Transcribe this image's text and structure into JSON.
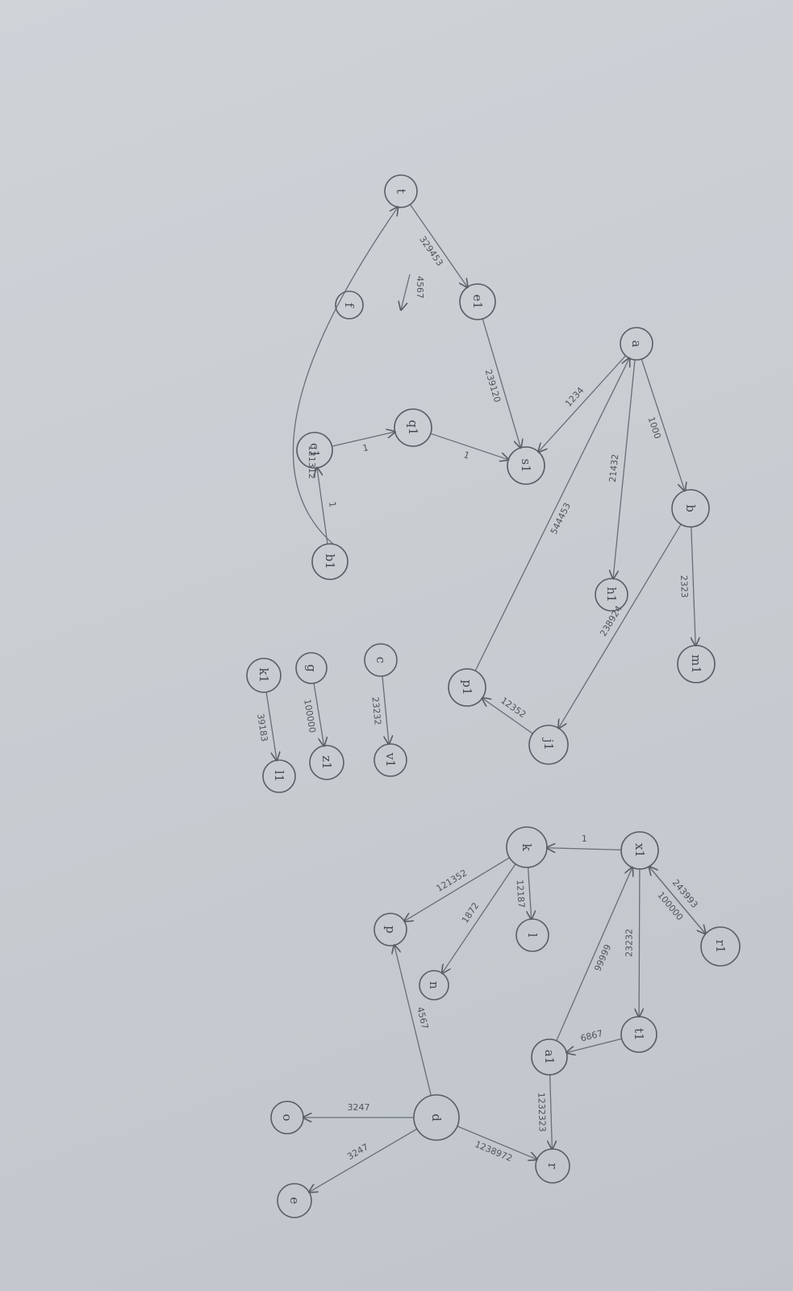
{
  "diagram": {
    "title": "",
    "nodes": [
      {
        "id": "t",
        "label": "t"
      },
      {
        "id": "e1",
        "label": "e1"
      },
      {
        "id": "f",
        "label": "f"
      },
      {
        "id": "a",
        "label": "a"
      },
      {
        "id": "s1",
        "label": "s1"
      },
      {
        "id": "q1",
        "label": "q1"
      },
      {
        "id": "c1",
        "label": "c1"
      },
      {
        "id": "b1",
        "label": "b1"
      },
      {
        "id": "b",
        "label": "b"
      },
      {
        "id": "h1",
        "label": "h1"
      },
      {
        "id": "m1",
        "label": "m1"
      },
      {
        "id": "p1",
        "label": "p1"
      },
      {
        "id": "j1",
        "label": "j1"
      },
      {
        "id": "c",
        "label": "c"
      },
      {
        "id": "v1",
        "label": "v1"
      },
      {
        "id": "g",
        "label": "g"
      },
      {
        "id": "z1",
        "label": "z1"
      },
      {
        "id": "k1",
        "label": "k1"
      },
      {
        "id": "l1",
        "label": "l1"
      },
      {
        "id": "k",
        "label": "k"
      },
      {
        "id": "x1",
        "label": "x1"
      },
      {
        "id": "r1",
        "label": "r1"
      },
      {
        "id": "l",
        "label": "l"
      },
      {
        "id": "p",
        "label": "p"
      },
      {
        "id": "n",
        "label": "n"
      },
      {
        "id": "t1",
        "label": "t1"
      },
      {
        "id": "a1",
        "label": "a1"
      },
      {
        "id": "d",
        "label": "d"
      },
      {
        "id": "r",
        "label": "r"
      },
      {
        "id": "o",
        "label": "o"
      },
      {
        "id": "e",
        "label": "e"
      }
    ],
    "edges": [
      {
        "from": "t",
        "to": "e1",
        "label": "329453"
      },
      {
        "from": "e1",
        "to": "s1",
        "label": "239120"
      },
      {
        "from": "a",
        "to": "s1",
        "label": "1234"
      },
      {
        "from": "q1",
        "to": "s1",
        "label": "1"
      },
      {
        "from": "c1",
        "to": "q1",
        "label": "1"
      },
      {
        "from": "b1",
        "to": "c1",
        "label": "1"
      },
      {
        "from": "b1",
        "to": "t",
        "label": "121312"
      },
      {
        "from": "a",
        "to": "b",
        "label": "1000"
      },
      {
        "from": "a",
        "to": "h1",
        "label": "21432"
      },
      {
        "from": "b",
        "to": "m1",
        "label": "2323"
      },
      {
        "from": "b",
        "to": "j1",
        "label": "238924"
      },
      {
        "from": "j1",
        "to": "p1",
        "label": "12352"
      },
      {
        "from": "p1",
        "to": "a",
        "label": "544453"
      },
      {
        "from": "c",
        "to": "v1",
        "label": "23232"
      },
      {
        "from": "g",
        "to": "z1",
        "label": "100000"
      },
      {
        "from": "k1",
        "to": "l1",
        "label": "39183"
      },
      {
        "from": "x1",
        "to": "k",
        "label": "1"
      },
      {
        "from": "x1",
        "to": "r1",
        "label": "100000"
      },
      {
        "from": "r1",
        "to": "x1",
        "label": "243993"
      },
      {
        "from": "x1",
        "to": "t1",
        "label": "23232"
      },
      {
        "from": "a1",
        "to": "x1",
        "label": "99999"
      },
      {
        "from": "t1",
        "to": "a1",
        "label": "6867"
      },
      {
        "from": "a1",
        "to": "r",
        "label": "1232323"
      },
      {
        "from": "d",
        "to": "r",
        "label": "1238972"
      },
      {
        "from": "k",
        "to": "l",
        "label": "12187"
      },
      {
        "from": "k",
        "to": "p",
        "label": "121352"
      },
      {
        "from": "k",
        "to": "n",
        "label": "1872"
      },
      {
        "from": "d",
        "to": "p",
        "label": "4567"
      },
      {
        "from": "d",
        "to": "o",
        "label": "3247"
      },
      {
        "from": "d",
        "to": "e",
        "label": "3247"
      }
    ],
    "loose_arrow_label": "4567",
    "stray_mark": "1"
  }
}
